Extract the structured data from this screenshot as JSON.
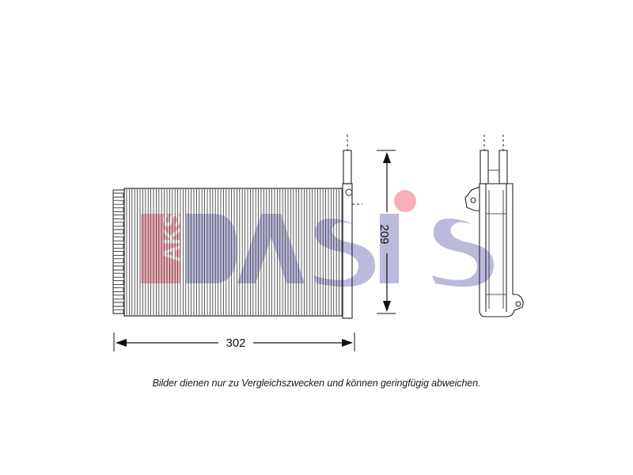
{
  "drawing": {
    "dimension_width": "302",
    "dimension_height": "209"
  },
  "watermark": {
    "logo_text": "AKS DASIS",
    "colors": {
      "red": "#e8405a",
      "blue": "#1a1a8a"
    }
  },
  "caption": "Bilder dienen nur zu Vergleichszwecken und können geringfügig abweichen."
}
